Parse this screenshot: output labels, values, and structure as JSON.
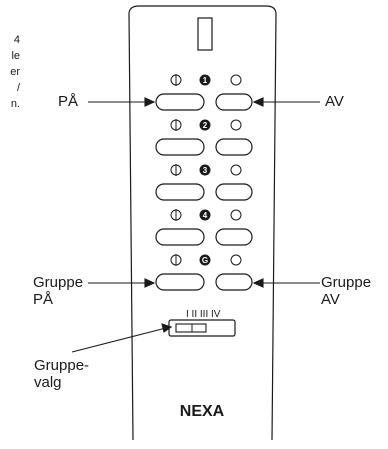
{
  "partial_text_lines": [
    "4",
    "le",
    "er",
    "/",
    "n."
  ],
  "labels": {
    "on": "PÅ",
    "off": "AV",
    "group_on": "Gruppe\nPÅ",
    "group_off": "Gruppe\nAV",
    "group_select": "Gruppe-\nvalg"
  },
  "channels": [
    "1",
    "2",
    "3",
    "4",
    "G"
  ],
  "on_symbol": "Φ",
  "off_symbol": "○",
  "slider_ticks": "I II III IV",
  "brand": "NEXA"
}
